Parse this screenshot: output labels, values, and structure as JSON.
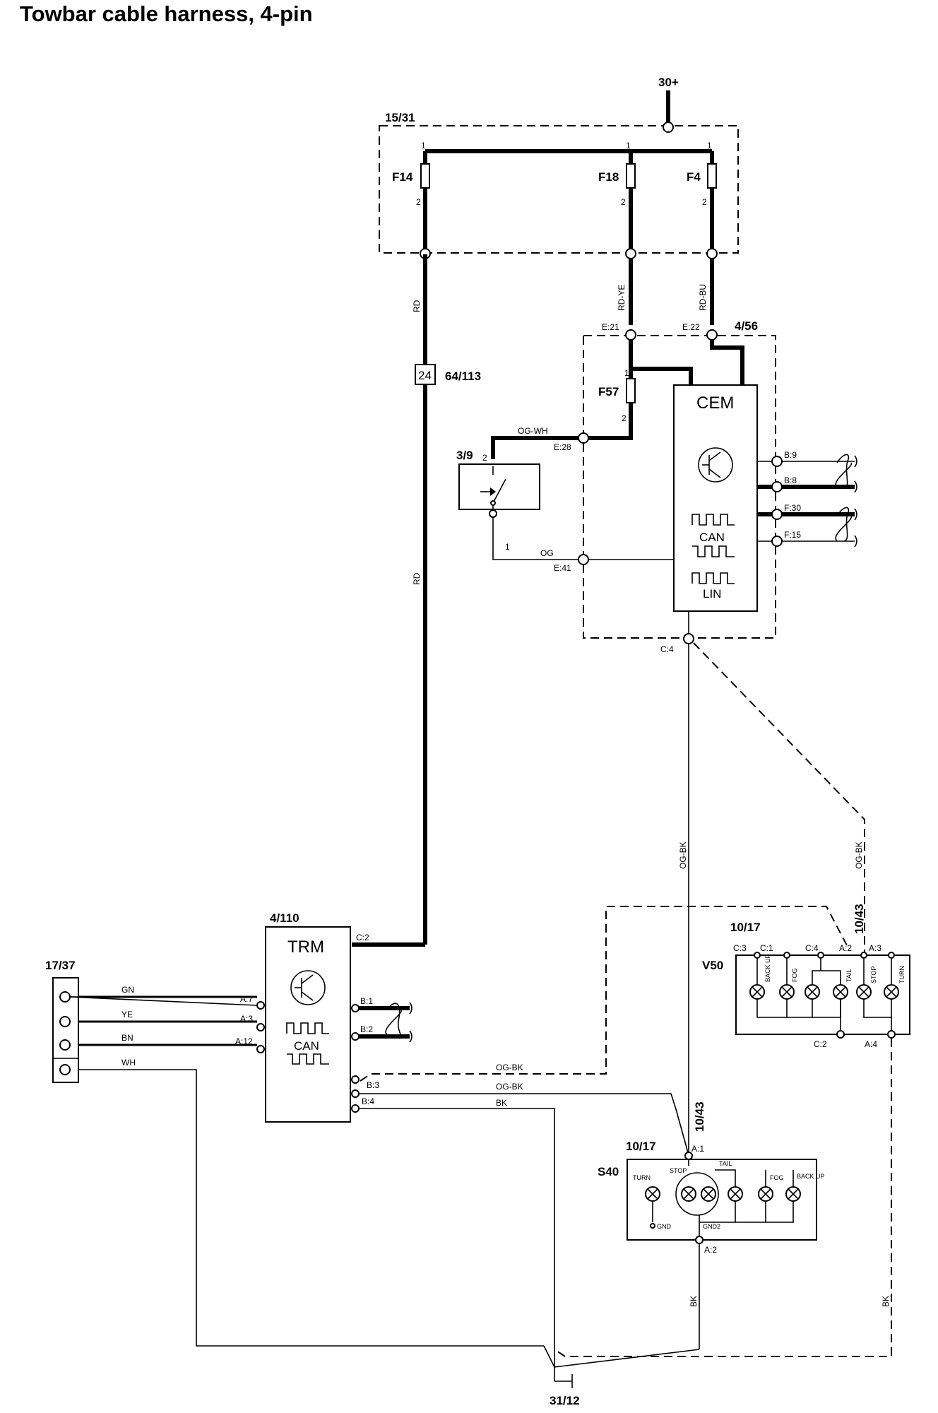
{
  "title": "Towbar cable harness, 4-pin",
  "supply": {
    "label": "30+"
  },
  "fusebox": {
    "ref": "15/31",
    "fuses": [
      {
        "name": "F14",
        "pin_in": "1",
        "pin_out": "2"
      },
      {
        "name": "F18",
        "pin_in": "1",
        "pin_out": "2"
      },
      {
        "name": "F4",
        "pin_in": "1",
        "pin_out": "2"
      }
    ]
  },
  "wires": {
    "rd_upper": "RD",
    "rd_lower": "RD",
    "rd_ye": "RD-YE",
    "rd_bu": "RD-BU",
    "og_wh": "OG-WH",
    "og": "OG",
    "og_bk_1": "OG-BK",
    "og_bk_2": "OG-BK",
    "og_bk_3": "OG-BK",
    "og_bk_4": "OG-BK",
    "bk_1": "BK",
    "bk_2": "BK",
    "bk_3": "BK",
    "gn": "GN",
    "ye": "YE",
    "bn": "BN",
    "wh": "WH"
  },
  "connector_64": {
    "pin": "24",
    "ref": "64/113"
  },
  "cem": {
    "ref": "4/56",
    "name": "CEM",
    "fuse": "F57",
    "fuse_pin_in": "1",
    "fuse_pin_out": "2",
    "pins": {
      "e21": "E:21",
      "e22": "E:22",
      "e28": "E:28",
      "e41": "E:41",
      "c4": "C:4",
      "b9": "B:9",
      "b8": "B:8",
      "f30": "F:30",
      "f15": "F:15"
    },
    "can": "CAN",
    "lin": "LIN"
  },
  "switch": {
    "ref": "3/9",
    "pin_top": "2",
    "pin_bottom": "1"
  },
  "trm": {
    "ref": "4/110",
    "name": "TRM",
    "can": "CAN",
    "pins": {
      "c2": "C:2",
      "a7": "A:7",
      "a3": "A:3",
      "a12": "A:12",
      "b1": "B:1",
      "b2": "B:2",
      "b3": "B:3",
      "b4": "B:4"
    }
  },
  "towbar_socket": {
    "ref": "17/37"
  },
  "v50": {
    "variant": "V50",
    "ref": "10/17",
    "ref_alt": "10/43",
    "pins": {
      "c3": "C:3",
      "c1": "C:1",
      "c4": "C:4",
      "a2": "A:2",
      "a3": "A:3",
      "c2": "C:2",
      "a4": "A:4"
    },
    "lamps": [
      "BACK UP",
      "FOG",
      "TAIL",
      "STOP",
      "TURN"
    ]
  },
  "s40": {
    "variant": "S40",
    "ref": "10/17",
    "ref_alt": "10/43",
    "pins": {
      "a1": "A:1",
      "a2": "A:2"
    },
    "lamps": [
      "TURN",
      "STOP",
      "TAIL",
      "FOG",
      "BACK UP"
    ],
    "gnd1": "GND",
    "gnd2": "GND2"
  },
  "ground": {
    "ref": "31/12"
  }
}
